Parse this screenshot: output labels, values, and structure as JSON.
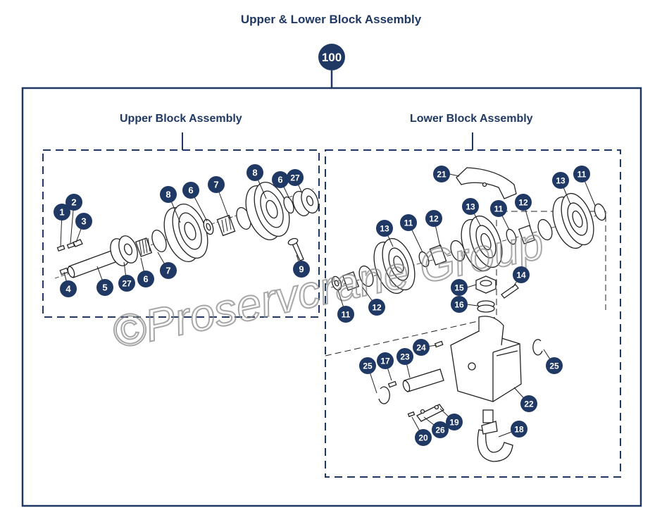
{
  "diagram": {
    "title": "Upper & Lower Block Assembly",
    "assembly_number": "100",
    "upper_label": "Upper Block Assembly",
    "lower_label": "Lower Block Assembly",
    "watermark": "©Proservcrane Group",
    "colors": {
      "badge": "#1f3864",
      "frame": "#1f3864",
      "line": "#222222"
    },
    "callouts": [
      {
        "n": "1"
      },
      {
        "n": "2"
      },
      {
        "n": "3"
      },
      {
        "n": "4"
      },
      {
        "n": "5"
      },
      {
        "n": "27"
      },
      {
        "n": "6"
      },
      {
        "n": "7"
      },
      {
        "n": "8"
      },
      {
        "n": "6"
      },
      {
        "n": "7"
      },
      {
        "n": "8"
      },
      {
        "n": "6"
      },
      {
        "n": "27"
      },
      {
        "n": "9"
      },
      {
        "n": "21"
      },
      {
        "n": "13"
      },
      {
        "n": "11"
      },
      {
        "n": "13"
      },
      {
        "n": "11"
      },
      {
        "n": "12"
      },
      {
        "n": "13"
      },
      {
        "n": "11"
      },
      {
        "n": "12"
      },
      {
        "n": "14"
      },
      {
        "n": "15"
      },
      {
        "n": "16"
      },
      {
        "n": "11"
      },
      {
        "n": "12"
      },
      {
        "n": "24"
      },
      {
        "n": "23"
      },
      {
        "n": "17"
      },
      {
        "n": "25"
      },
      {
        "n": "25"
      },
      {
        "n": "22"
      },
      {
        "n": "19"
      },
      {
        "n": "26"
      },
      {
        "n": "20"
      },
      {
        "n": "18"
      }
    ]
  }
}
